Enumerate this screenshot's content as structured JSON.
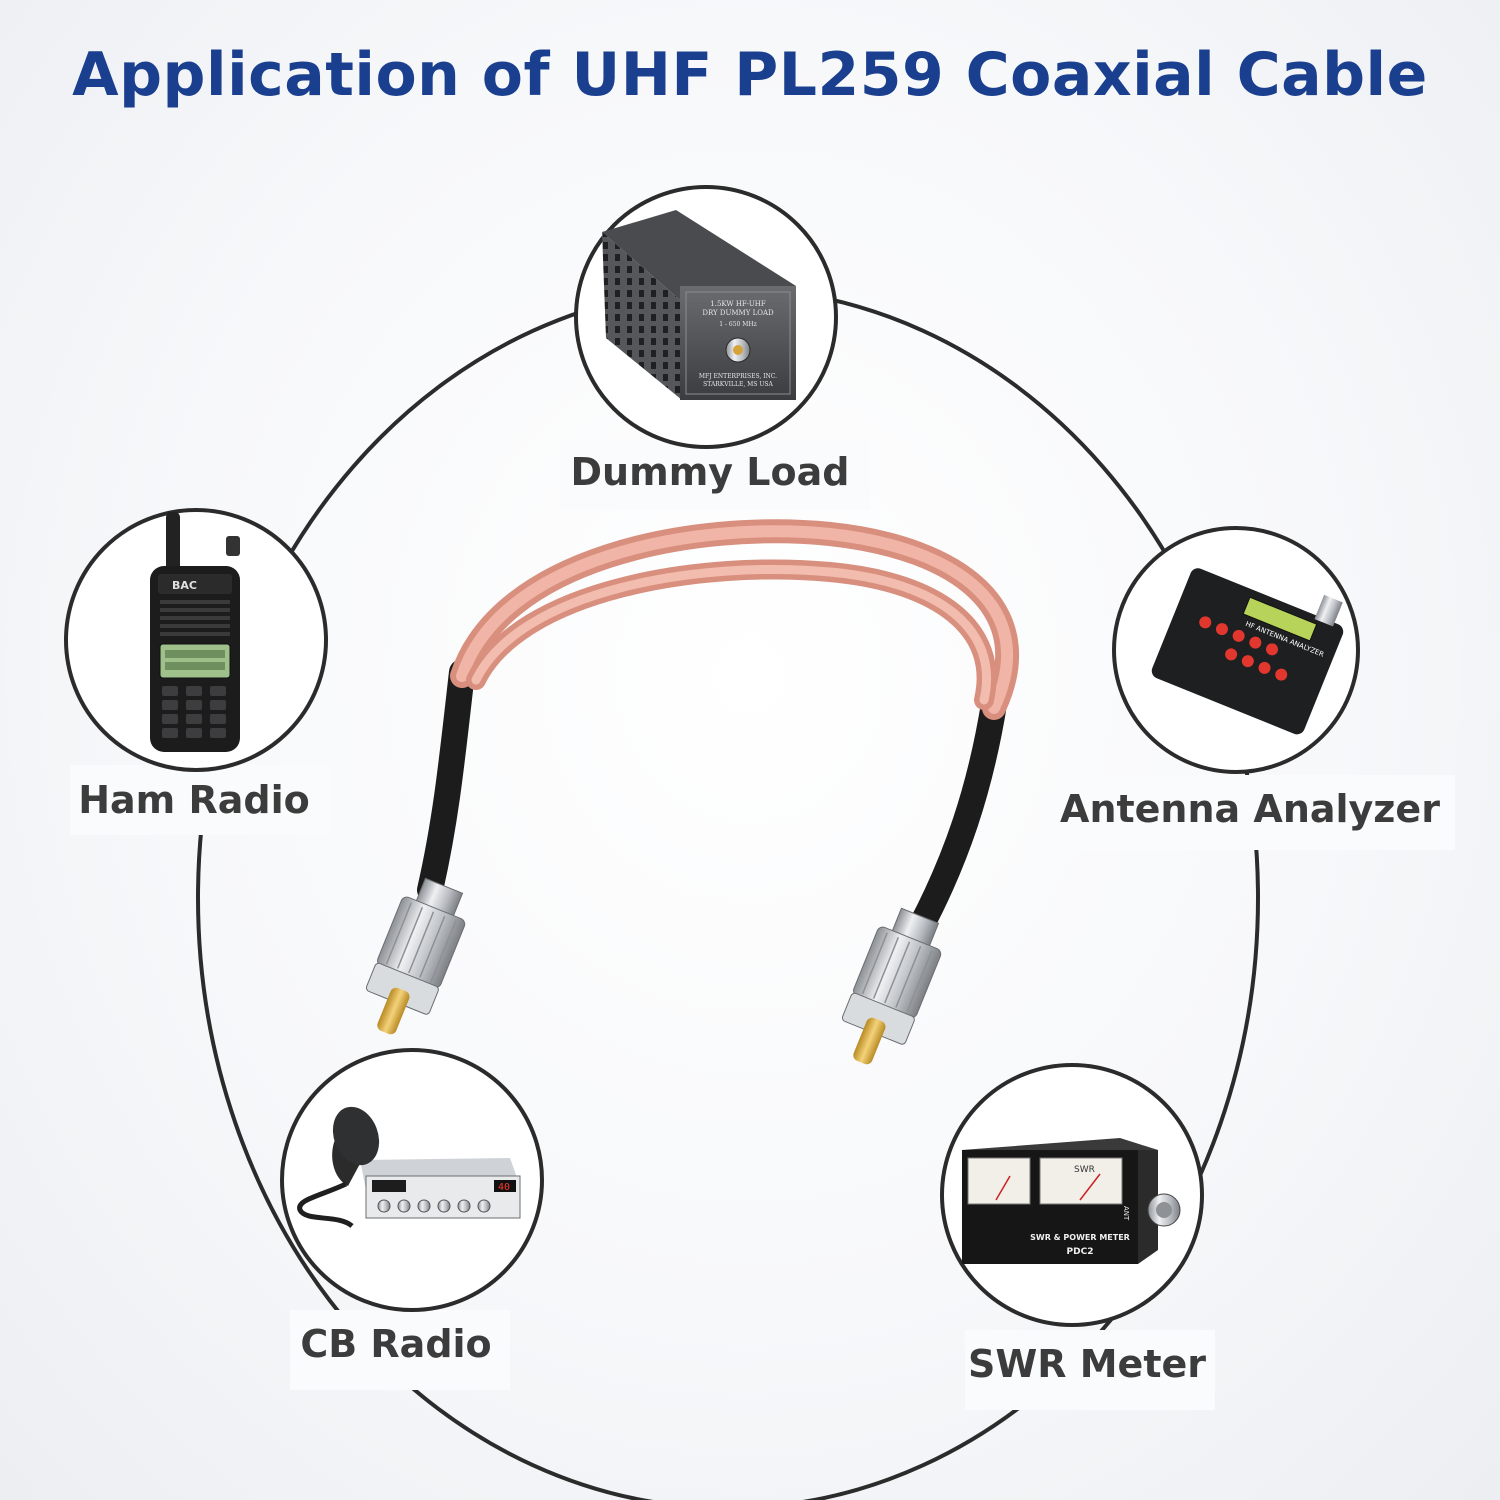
{
  "title": "Application of UHF PL259 Coaxial Cable",
  "colors": {
    "title": "#1a3f8f",
    "ring": "#2b2b2b",
    "label": "#3c3c3c",
    "cable": "#e8a796",
    "boot": "#1c1c1c",
    "connector_metal": "#c9ccd0",
    "pin_gold": "#e0b343"
  },
  "devices": [
    {
      "label": "Dummy Load",
      "icon": "dummy-load-icon",
      "panel_text": [
        "1.5KW HF-UHF",
        "DRY DUMMY LOAD",
        "1 - 650 MHz",
        "MFJ ENTERPRISES, INC.",
        "STARKVILLE, MS USA"
      ]
    },
    {
      "label": "Ham Radio",
      "icon": "handheld-radio-icon",
      "brand": "BAC"
    },
    {
      "label": "Antenna Analyzer",
      "icon": "antenna-analyzer-icon",
      "panel_text": "HF ANTENNA ANALYZER"
    },
    {
      "label": "CB Radio",
      "icon": "cb-radio-icon",
      "channel": "40"
    },
    {
      "label": "SWR Meter",
      "icon": "swr-meter-icon",
      "panel_text": [
        "SWR & POWER METER",
        "PDC2",
        "SWR",
        "ANT"
      ]
    }
  ],
  "center": {
    "item": "coaxial cable with PL259 connectors",
    "icon": "coax-cable-icon"
  }
}
